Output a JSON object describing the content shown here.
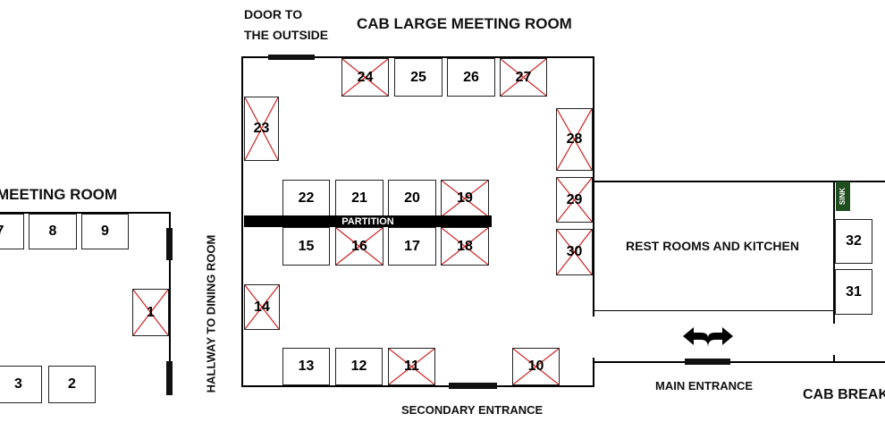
{
  "labels": {
    "door_outside": "DOOR TO",
    "door_outside_2": "THE OUTSIDE",
    "large_room": "CAB LARGE MEETING ROOM",
    "left_room": "MEETING ROOM",
    "hallway": "HALLWAY TO DINING ROOM",
    "partition": "PARTITION",
    "rest_rooms": "REST ROOMS AND KITCHEN",
    "sink": "SINK",
    "main_entrance": "MAIN ENTRANCE",
    "secondary_entrance": "SECONDARY ENTRANCE",
    "breakroom": "CAB BREAK"
  },
  "colors": {
    "taken_x": "#cc2222",
    "sink_bg": "#1e4d1e"
  },
  "booths": [
    {
      "id": "b24",
      "num": "24",
      "taken": true
    },
    {
      "id": "b25",
      "num": "25",
      "taken": false
    },
    {
      "id": "b26",
      "num": "26",
      "taken": false
    },
    {
      "id": "b27",
      "num": "27",
      "taken": true
    },
    {
      "id": "b23",
      "num": "23",
      "taken": true
    },
    {
      "id": "b28",
      "num": "28",
      "taken": true
    },
    {
      "id": "b22",
      "num": "22",
      "taken": false
    },
    {
      "id": "b21",
      "num": "21",
      "taken": false
    },
    {
      "id": "b20",
      "num": "20",
      "taken": false
    },
    {
      "id": "b19",
      "num": "19",
      "taken": true
    },
    {
      "id": "b29",
      "num": "29",
      "taken": true
    },
    {
      "id": "b15",
      "num": "15",
      "taken": false
    },
    {
      "id": "b16",
      "num": "16",
      "taken": true
    },
    {
      "id": "b17",
      "num": "17",
      "taken": false
    },
    {
      "id": "b18",
      "num": "18",
      "taken": true
    },
    {
      "id": "b30",
      "num": "30",
      "taken": true
    },
    {
      "id": "b14",
      "num": "14",
      "taken": true
    },
    {
      "id": "b13",
      "num": "13",
      "taken": false
    },
    {
      "id": "b12",
      "num": "12",
      "taken": false
    },
    {
      "id": "b11",
      "num": "11",
      "taken": true
    },
    {
      "id": "b10",
      "num": "10",
      "taken": true
    },
    {
      "id": "b7",
      "num": "7",
      "taken": false
    },
    {
      "id": "b8",
      "num": "8",
      "taken": false
    },
    {
      "id": "b9",
      "num": "9",
      "taken": false
    },
    {
      "id": "b1",
      "num": "1",
      "taken": true
    },
    {
      "id": "b3",
      "num": "3",
      "taken": false
    },
    {
      "id": "b2",
      "num": "2",
      "taken": false
    },
    {
      "id": "b32",
      "num": "32",
      "taken": false
    },
    {
      "id": "b31",
      "num": "31",
      "taken": false
    }
  ]
}
